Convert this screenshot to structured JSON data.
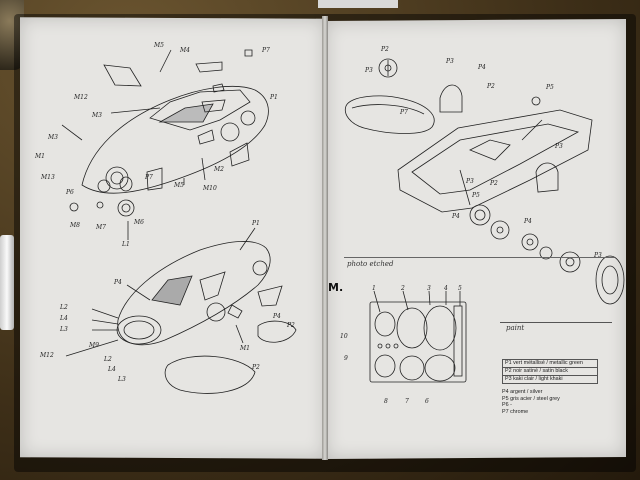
{
  "left_page": {
    "top_car_labels": [
      "M5",
      "M4",
      "P7",
      "M12",
      "M3",
      "P1",
      "M3",
      "M1",
      "M13",
      "P6",
      "P7",
      "M5",
      "M10",
      "M2",
      "M8",
      "M7",
      "M6",
      "L1"
    ],
    "bottom_car_labels": [
      "P1",
      "P4",
      "L2",
      "L4",
      "L3",
      "M12",
      "M9",
      "L2",
      "L4",
      "L3",
      "P4",
      "M1",
      "P2",
      "P2"
    ]
  },
  "right_page": {
    "chassis_labels": [
      "P2",
      "P3",
      "P4",
      "P2",
      "P5",
      "P3",
      "P3",
      "P7",
      "P2",
      "P5",
      "P4",
      "P3",
      "P4",
      "P3"
    ],
    "photo_etched_title": "photo etched",
    "m_label": "M.",
    "pe_numbers": [
      "1",
      "2",
      "3",
      "4",
      "5",
      "10",
      "9",
      "8",
      "7",
      "6"
    ],
    "paint_title": "paint",
    "paint_table": [
      "P1 vert métallisé / metallic green",
      "P2 noir satiné / satin black",
      "P3 kaki clair / light khaki"
    ],
    "paint_list": [
      "P4 argent / silver",
      "P5 gris acier / steel grey",
      "P6 -",
      "P7 chrome"
    ]
  }
}
